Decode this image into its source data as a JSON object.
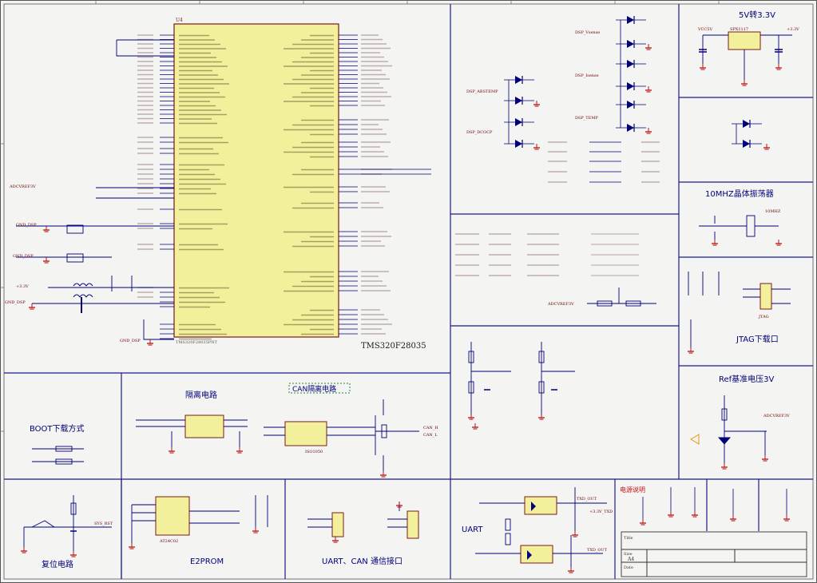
{
  "colors": {
    "wire": "#00007a",
    "frame": "#1a1a8c",
    "chip_fill": "#f2f09a",
    "chip_stroke": "#7a1a1a",
    "gnd": "#b00000",
    "text": "#1a1a1a",
    "section": "#00007a",
    "canbox": "#1d8a3a"
  },
  "mcu": {
    "title": "TMS320F28035",
    "part": "U4"
  },
  "sections": {
    "v5_to_v33": "5V转3.3V",
    "osc": "10MHZ晶体振荡器",
    "jtag": "JTAG下载口",
    "ref": "Ref基准电压3V",
    "isolation": "隔离电路",
    "can_iso": "CAN隔离电路",
    "boot": "BOOT下载方式",
    "reset": "复位电路",
    "e2prom": "E2PROM",
    "uart_can": "UART、CAN 通信接口",
    "uart": "UART",
    "power_note": "电源说明"
  },
  "nets": {
    "gnd_dsp": "GND_DSP",
    "v33": "+3.3V",
    "vcc5": "VCC5V",
    "adcvref": "ADCVREF3V",
    "can_h": "CAN_H",
    "can_l": "CAN_L",
    "dsp_abs": "DSP_ABSTEMP",
    "dsp_dcocp": "DSP_DCOCP",
    "dsp_temp": "DSP_TEMP",
    "dsp_vsense": "DSP_Vsense",
    "dsp_isense": "DSP_Isense",
    "v33_txd": "+3.3V_TXD",
    "txd_out": "TXD_OUT",
    "sys_rst": "SYS_RST"
  },
  "parts": {
    "xtal": "10MHZ",
    "jtag": "JTAG",
    "iso_chip": "ISO1050",
    "e2prom_chip": "AT24C02",
    "regulator": "SPX1117"
  },
  "title_block": {
    "label1": "Title",
    "label2": "Size",
    "label3": "Date",
    "value_size": "A4"
  }
}
